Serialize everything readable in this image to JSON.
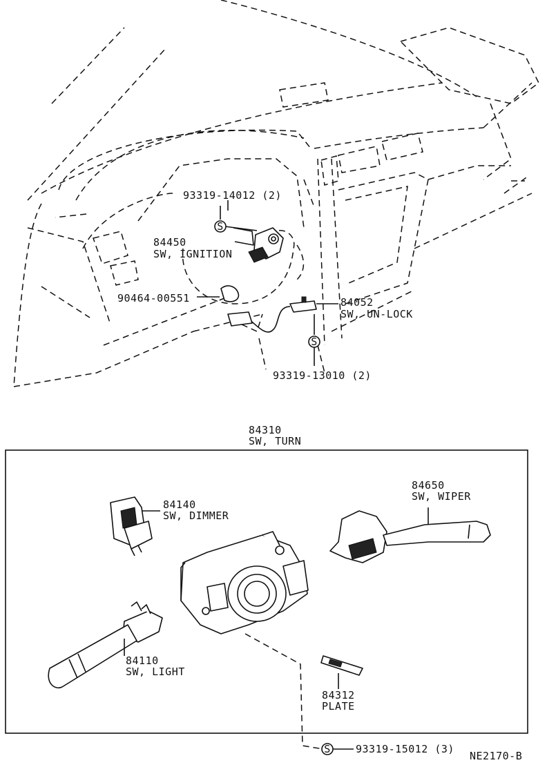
{
  "diagram_id": "NE2170-B",
  "upper": {
    "ignition_screw": "93319-14012 (2)",
    "ignition_part_no": "84450",
    "ignition_name": "SW, IGNITION",
    "clamp_part_no": "90464-00551",
    "unlock_part_no": "84052",
    "unlock_name": "SW, UN-LOCK",
    "unlock_screw": "93319-13010 (2)"
  },
  "assembly": {
    "part_no": "84310",
    "name": "SW, TURN",
    "dimmer_part_no": "84140",
    "dimmer_name": "SW, DIMMER",
    "wiper_part_no": "84650",
    "wiper_name": "SW, WIPER",
    "light_part_no": "84110",
    "light_name": "SW, LIGHT",
    "plate_part_no": "84312",
    "plate_name": "PLATE"
  },
  "bottom_screw": "93319-15012 (3)",
  "screw_symbol": "S"
}
